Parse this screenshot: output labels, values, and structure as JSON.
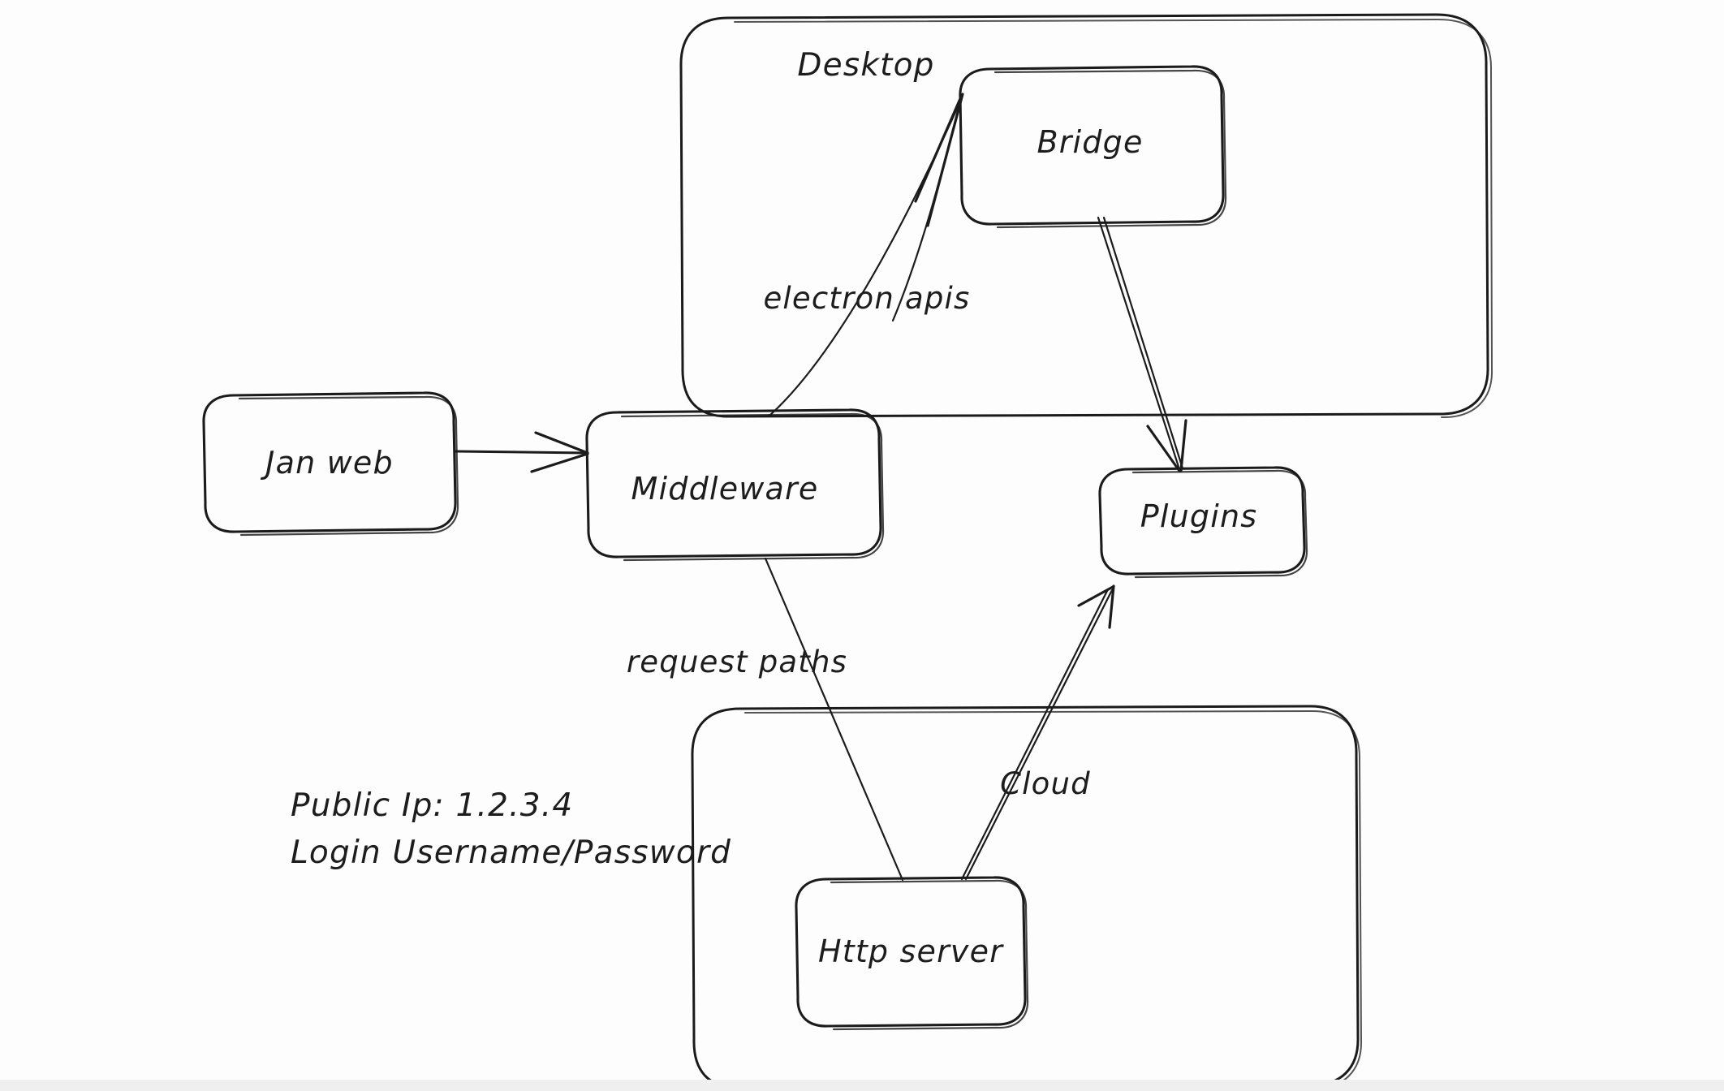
{
  "diagram": {
    "title_hidden": "",
    "type": "architecture-flow-sketch",
    "style": "hand-drawn whiteboard",
    "groups": [
      {
        "id": "desktop",
        "label": "Desktop"
      },
      {
        "id": "cloud_group",
        "label": ""
      }
    ],
    "nodes": [
      {
        "id": "jan_web",
        "label": "Jan web"
      },
      {
        "id": "middleware",
        "label": "Middleware"
      },
      {
        "id": "bridge",
        "label": "Bridge"
      },
      {
        "id": "plugins",
        "label": "Plugins"
      },
      {
        "id": "http_server",
        "label": "Http server"
      }
    ],
    "edges": [
      {
        "id": "e1",
        "from": "jan_web",
        "to": "middleware",
        "label": ""
      },
      {
        "id": "e2",
        "from": "middleware",
        "to": "bridge",
        "label": "electron apis"
      },
      {
        "id": "e3",
        "from": "bridge",
        "to": "plugins",
        "label": ""
      },
      {
        "id": "e4",
        "from": "middleware",
        "to": "http_server",
        "label": "request paths"
      },
      {
        "id": "e5",
        "from": "http_server",
        "to": "plugins",
        "label": "Cloud"
      }
    ],
    "notes": [
      {
        "id": "note_ip",
        "text": "Public Ip: 1.2.3.4"
      },
      {
        "id": "note_login",
        "text": "Login Username/Password"
      }
    ],
    "colors": {
      "ink": "#1b1b1b",
      "background": "#fdfdfd",
      "text": "#1d1d1d"
    }
  }
}
